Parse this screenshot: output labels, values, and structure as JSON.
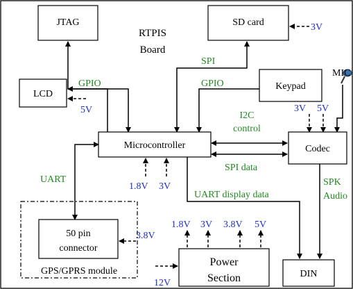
{
  "board_title": [
    "RTPIS",
    "Board"
  ],
  "blocks": {
    "jtag": "JTAG",
    "sd_card": "SD card",
    "lcd": "LCD",
    "keypad": "Keypad",
    "microcontroller": "Microcontroller",
    "codec": "Codec",
    "connector": [
      "50 pin",
      "connector"
    ],
    "gps_module": "GPS/GPRS module",
    "power_section": [
      "Power",
      "Section"
    ],
    "din": "DIN"
  },
  "signals": {
    "spi": "SPI",
    "gpio_lcd": "GPIO",
    "gpio_keypad": "GPIO",
    "i2c": [
      "I2C",
      "control"
    ],
    "spi_data": "SPI data",
    "uart": "UART",
    "uart_display": "UART display data",
    "spk_audio": [
      "SPK",
      "Audio"
    ],
    "mic": "MIC"
  },
  "voltages": {
    "sd": "3V",
    "lcd": "5V",
    "codec_3v": "3V",
    "codec_5v": "5V",
    "mcu_1v8": "1.8V",
    "mcu_3v": "3V",
    "connector": "3.8V",
    "power_in": "12V",
    "power_out": [
      "1.8V",
      "3V",
      "3.8V",
      "5V"
    ]
  },
  "colors": {
    "signal_label": "#1f8a1f",
    "voltage_label": "#1f2fd0",
    "line": "#000000"
  }
}
